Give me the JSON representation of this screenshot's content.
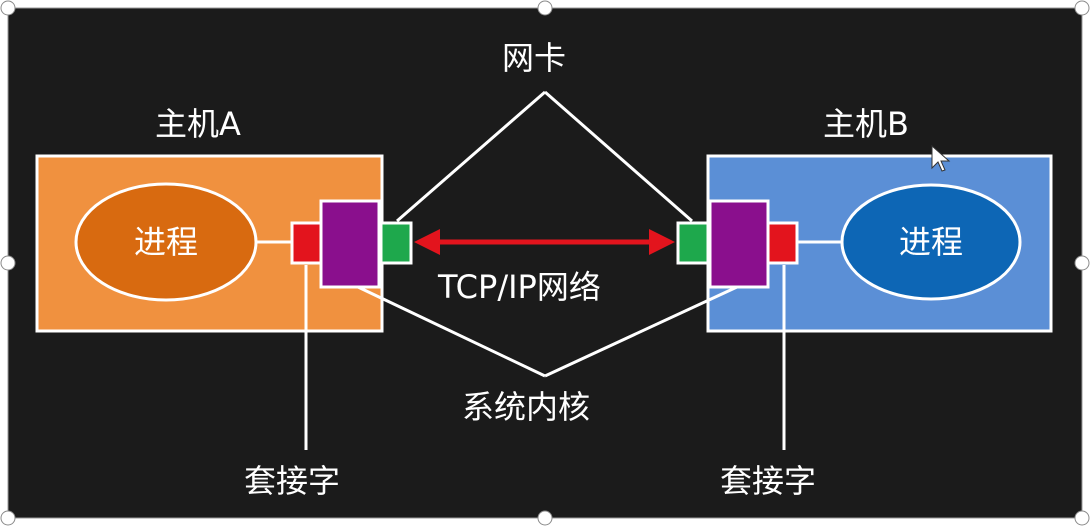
{
  "diagram": {
    "nic_label": "网卡",
    "host_a": {
      "title": "主机A",
      "process_label": "进程",
      "socket_label": "套接字",
      "box_color": "#f0913f",
      "process_color": "#d86a10"
    },
    "host_b": {
      "title": "主机B",
      "process_label": "进程",
      "socket_label": "套接字",
      "box_color": "#5b8fd6",
      "process_color": "#0d66b5"
    },
    "network_label": "TCP/IP网络",
    "kernel_label": "系统内核",
    "colors": {
      "background": "#1b1b1b",
      "socket": "#e3141d",
      "kernel": "#8a0f8d",
      "nic": "#1ea84c",
      "arrow": "#e3141d",
      "lines": "#ffffff"
    }
  }
}
